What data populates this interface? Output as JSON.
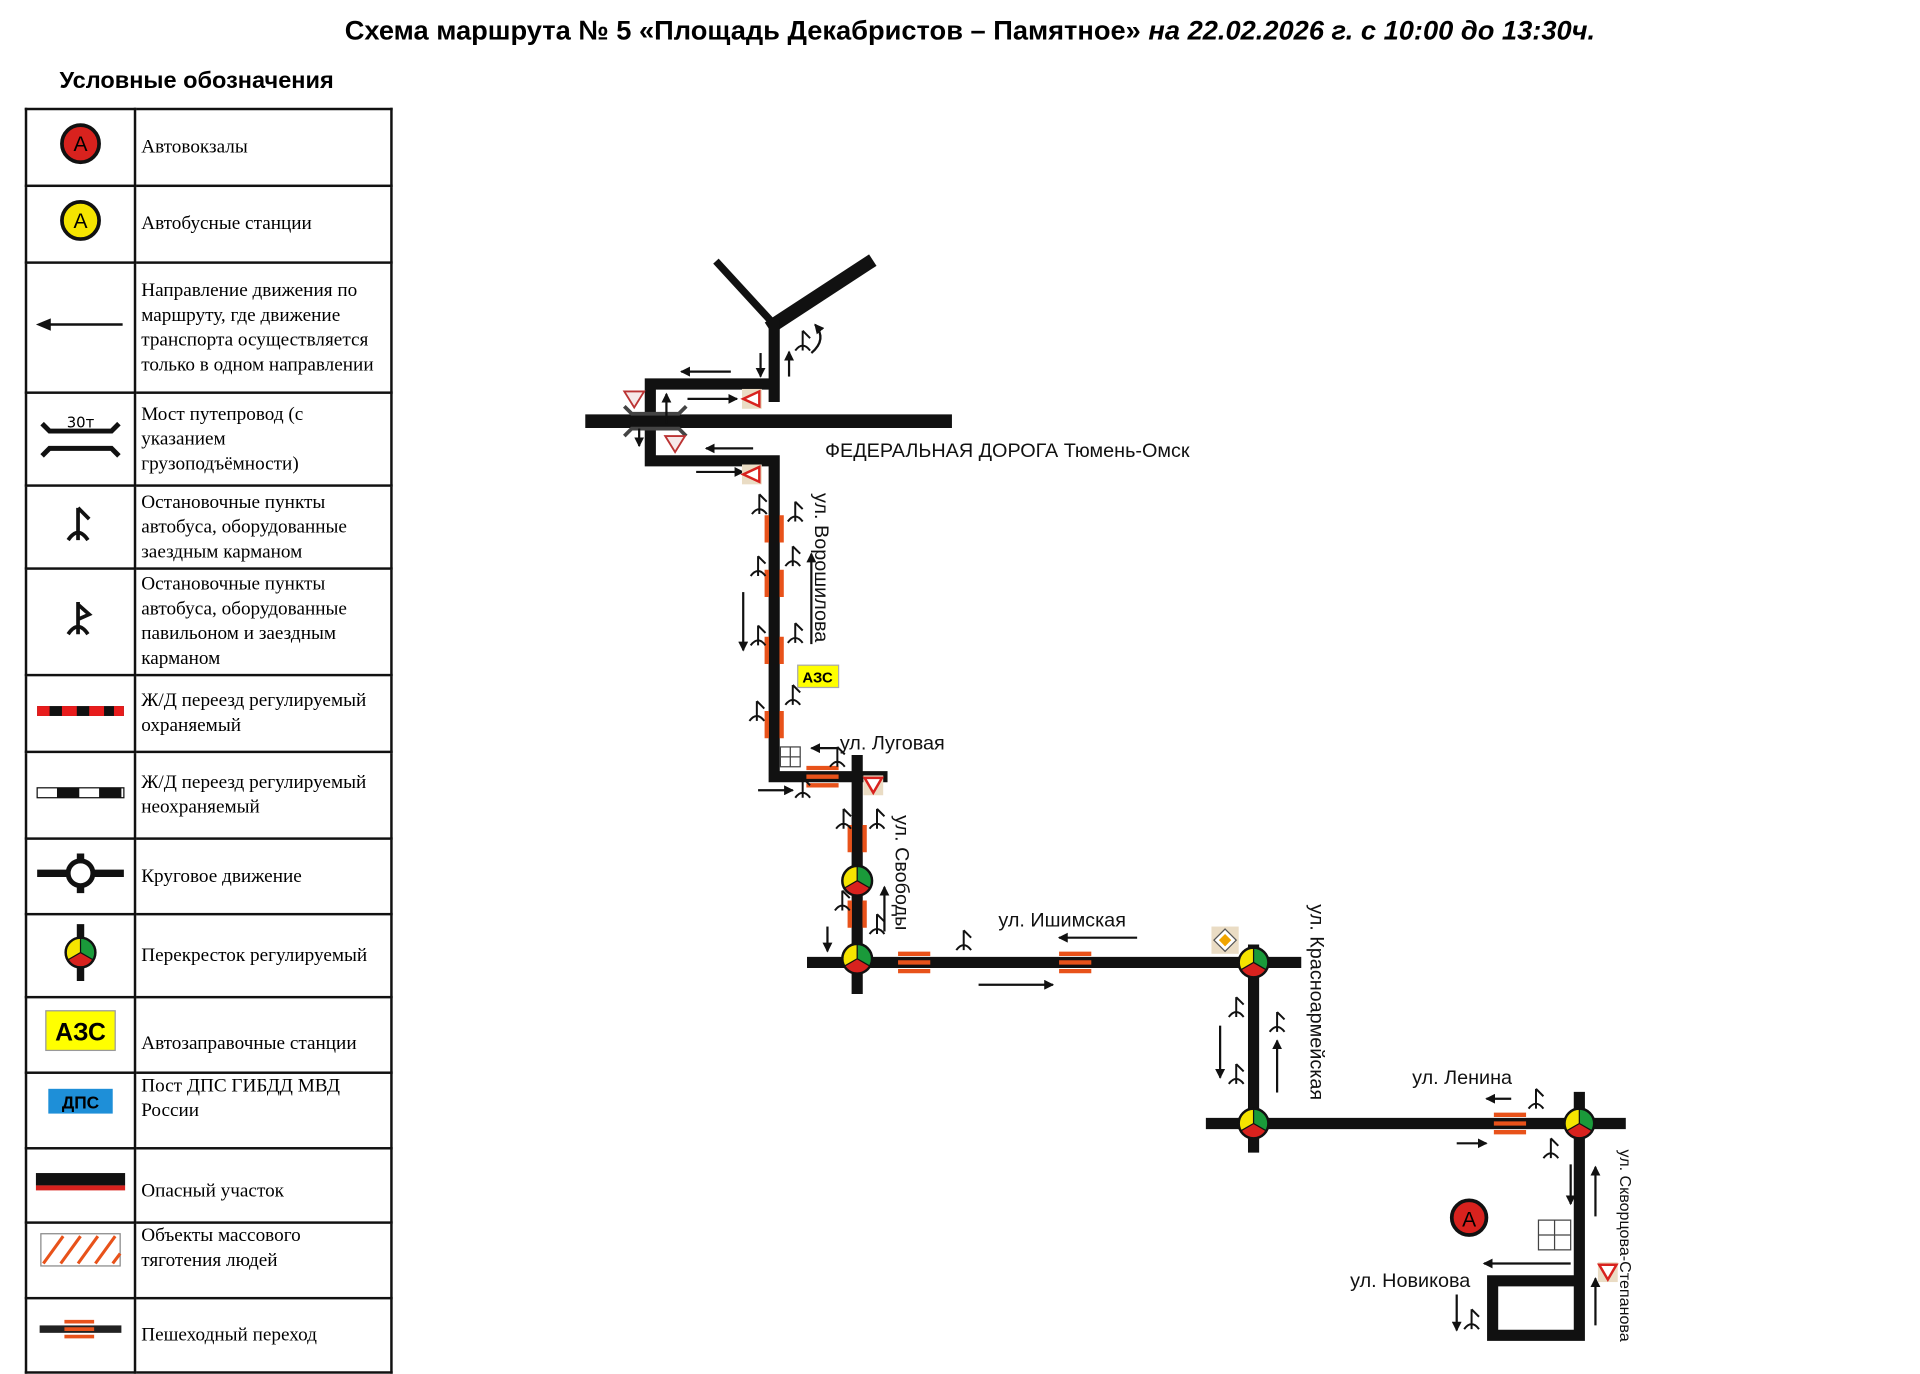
{
  "title": {
    "main": "Схема маршрута № 5 «Площадь Декабристов – Памятное»",
    "date": " на 22.02.2026 г. с 10:00 до 13:30ч."
  },
  "legend": {
    "title": "Условные обозначения",
    "bridge_capacity": "30т",
    "gas_station_badge": "АЗС",
    "dps_badge": "ДПС",
    "items": [
      {
        "icon": "bus-terminal-icon",
        "label": "Автовокзалы"
      },
      {
        "icon": "bus-station-icon",
        "label": "Автобусные станции"
      },
      {
        "icon": "direction-arrow-icon",
        "label": "Направление движения по маршруту, где движение транспорта осуществляется только в одном направлении"
      },
      {
        "icon": "bridge-icon",
        "label": "Мост путепровод (с указанием грузоподъёмности)"
      },
      {
        "icon": "bus-stop-pocket-icon",
        "label": "Остановочные пункты автобуса, оборудованные заездным карманом"
      },
      {
        "icon": "bus-stop-pavilion-icon",
        "label": "Остановочные пункты автобуса, оборудованные павильоном и заездным карманом"
      },
      {
        "icon": "railway-crossing-guarded-icon",
        "label": "Ж/Д переезд регулируемый охраняемый"
      },
      {
        "icon": "railway-crossing-unguarded-icon",
        "label": "Ж/Д переезд регулируемый неохраняемый"
      },
      {
        "icon": "roundabout-icon",
        "label": "Круговое движение"
      },
      {
        "icon": "traffic-light-intersection-icon",
        "label": "Перекресток регулируемый"
      },
      {
        "icon": "gas-station-icon",
        "label": "Автозаправочные станции"
      },
      {
        "icon": "police-post-icon",
        "label": "Пост ДПС ГИБДД МВД России"
      },
      {
        "icon": "dangerous-section-icon",
        "label": "Опасный участок"
      },
      {
        "icon": "crowd-objects-icon",
        "label": "Объекты массового тяготения людей"
      },
      {
        "icon": "pedestrian-crossing-icon",
        "label": "Пешеходный переход"
      }
    ]
  },
  "map": {
    "federal_road": "ФЕДЕРАЛЬНАЯ ДОРОГА Тюмень-Омск",
    "streets": {
      "voroshilova": "ул. Ворошилова",
      "lugovaya": "ул. Луговая",
      "svobody": "ул. Свободы",
      "ishimskaya": "ул. Ишимская",
      "krasnoarmeyskaya": "ул. Красноармейская",
      "lenina": "ул. Ленина",
      "novikova": "ул. Новикова",
      "skvortsova": "ул. Скворцова-Степанова"
    },
    "gas_station": "АЗС",
    "bus_terminal": "А"
  },
  "colors": {
    "road": "#000000",
    "crossing": "#e8521a",
    "signal_yellow": "#f5e400",
    "signal_green": "#1a9a3a",
    "signal_red": "#d8221e",
    "terminal_red": "#d8221e",
    "gas_yellow": "#ffff00",
    "dps_blue": "#1e8fd8"
  }
}
